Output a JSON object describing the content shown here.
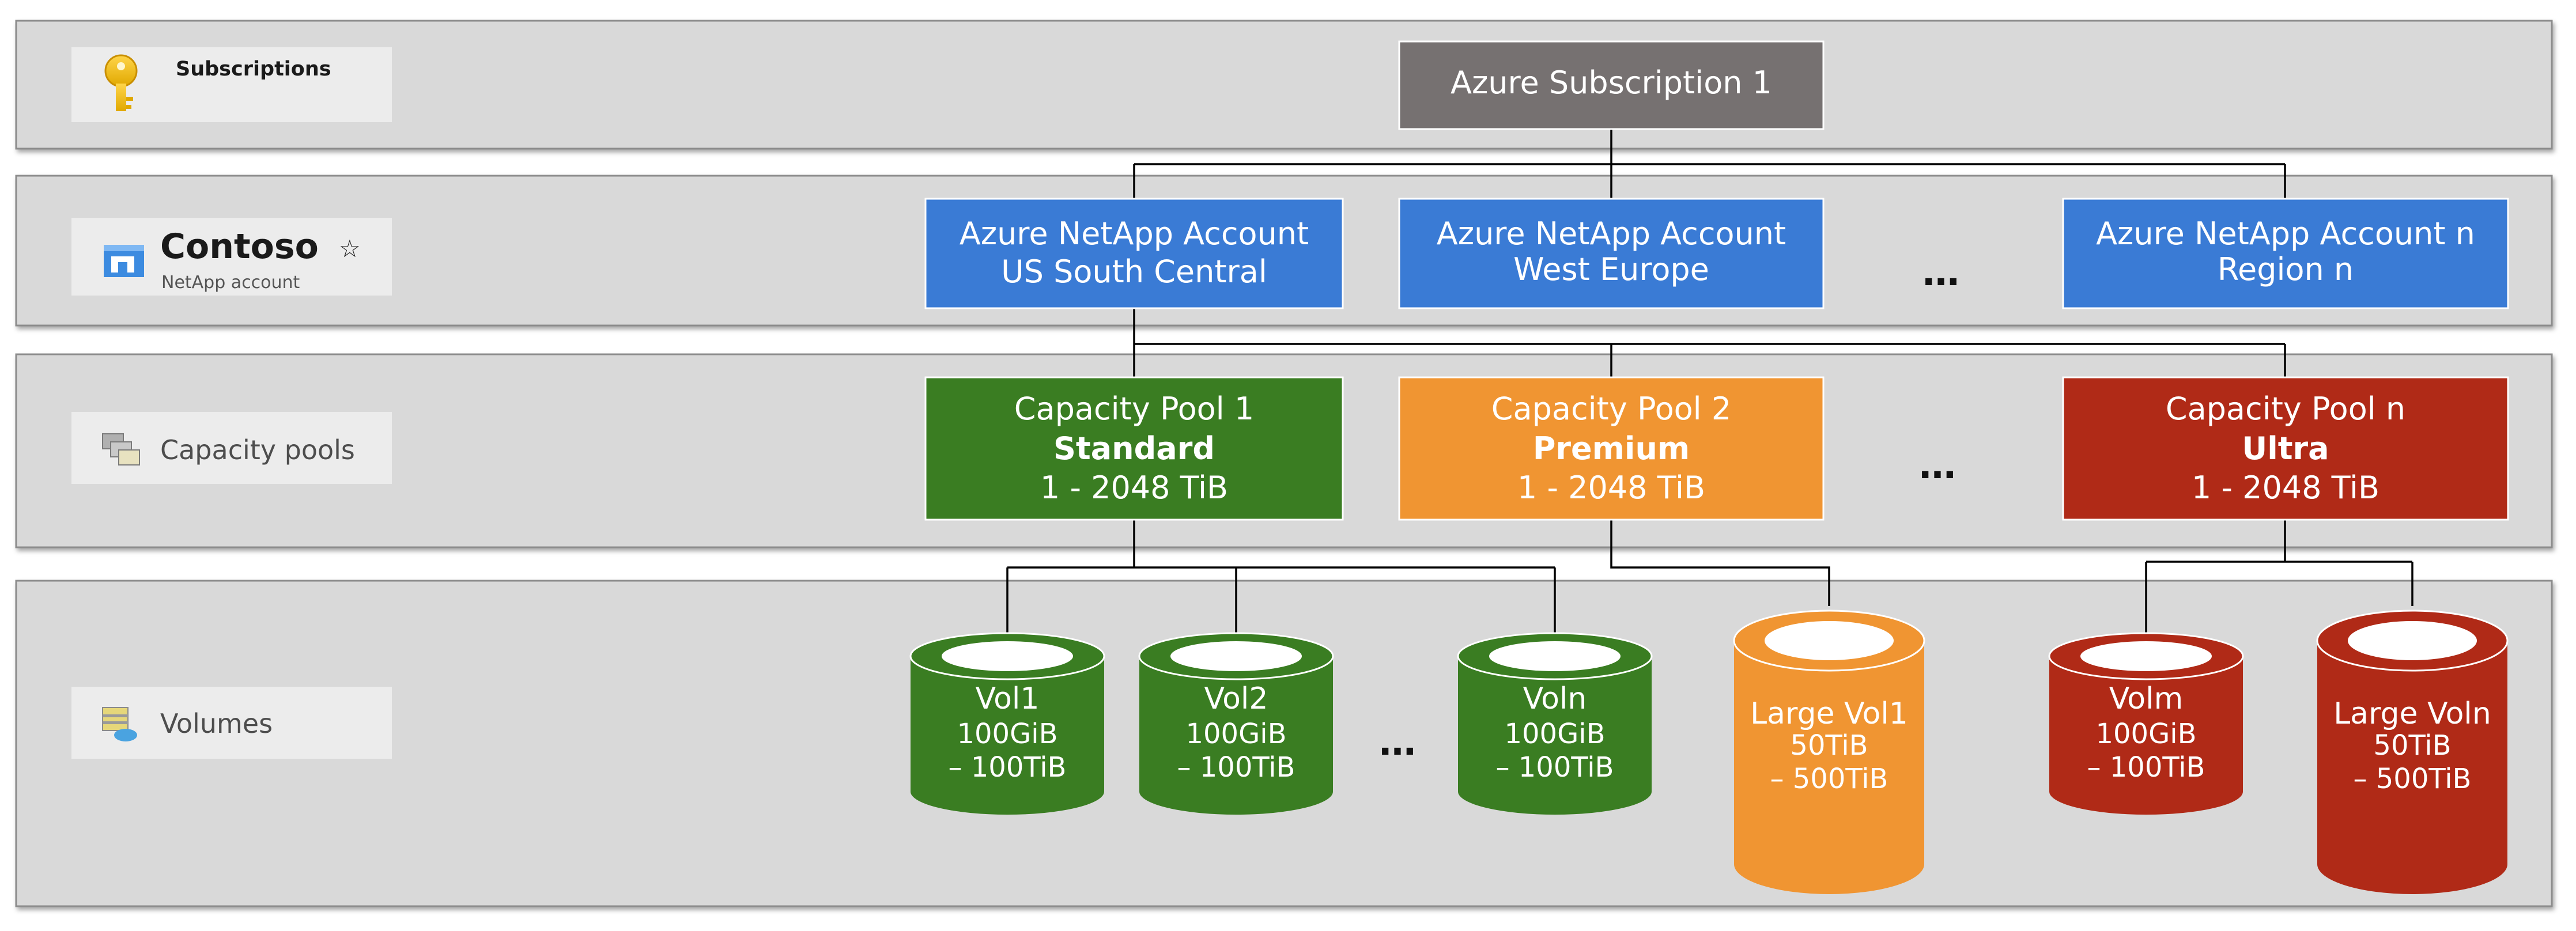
{
  "tiers": {
    "subscriptions": {
      "label": "Subscriptions",
      "icon": "key-icon"
    },
    "account": {
      "label": "Contoso",
      "sublabel": "NetApp account",
      "icon": "netapp-account-icon",
      "favorite_icon": "star-icon"
    },
    "pools": {
      "label": "Capacity pools",
      "icon": "capacity-pools-icon"
    },
    "volumes": {
      "label": "Volumes",
      "icon": "volumes-icon"
    }
  },
  "subscription": {
    "label": "Azure Subscription 1"
  },
  "accounts": [
    {
      "line1": "Azure NetApp Account",
      "line2": "US South Central"
    },
    {
      "line1": "Azure NetApp Account",
      "line2": "West Europe"
    },
    {
      "line1": "Azure NetApp Account n",
      "line2": "Region n"
    }
  ],
  "accounts_ellipsis": "…",
  "pools": [
    {
      "name": "Capacity Pool 1",
      "tier": "Standard",
      "range": "1 - 2048 TiB",
      "color": "#3a7d22"
    },
    {
      "name": "Capacity Pool 2",
      "tier": "Premium",
      "range": "1 - 2048 TiB",
      "color": "#f09532"
    },
    {
      "name": "Capacity Pool n",
      "tier": "Ultra",
      "range": "1 - 2048 TiB",
      "color": "#b02a17"
    }
  ],
  "pools_ellipsis": "…",
  "volumes": [
    {
      "name": "Vol1",
      "size": "100GiB",
      "max": "– 100TiB",
      "color": "#3a7d22"
    },
    {
      "name": "Vol2",
      "size": "100GiB",
      "max": "– 100TiB",
      "color": "#3a7d22"
    },
    {
      "name": "Voln",
      "size": "100GiB",
      "max": "– 100TiB",
      "color": "#3a7d22"
    },
    {
      "name": "Large Vol1",
      "size": "50TiB",
      "max": "– 500TiB",
      "color": "#f09532"
    },
    {
      "name": "Volm",
      "size": "100GiB",
      "max": "– 100TiB",
      "color": "#b02a17"
    },
    {
      "name": "Large Voln",
      "size": "50TiB",
      "max": "– 500TiB",
      "color": "#b02a17"
    }
  ],
  "volumes_ellipsis": "…",
  "colors": {
    "band_fill": "#d9d9d9",
    "label_chip": "#ececec",
    "subscription_fill": "#767171",
    "account_fill": "#3a7bd5",
    "connector": "#000000"
  }
}
